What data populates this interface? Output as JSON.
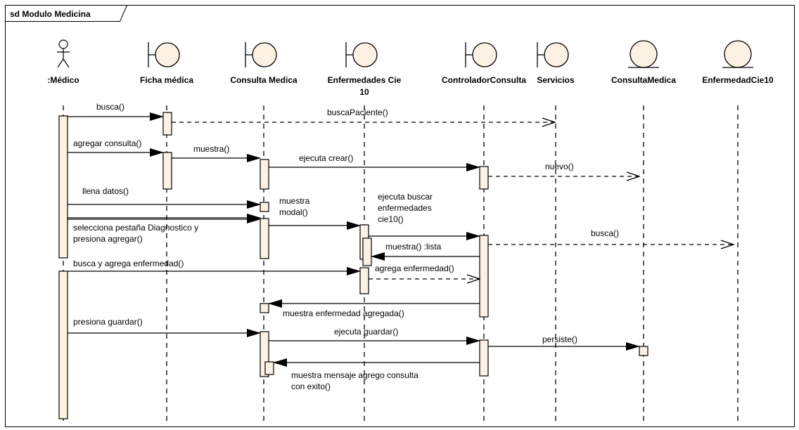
{
  "frame": {
    "title": "sd Modulo Medicina"
  },
  "lifelines": [
    {
      "id": "medico",
      "name": ":Médico",
      "kind": "actor"
    },
    {
      "id": "ficha",
      "name": "Ficha médica",
      "kind": "boundary"
    },
    {
      "id": "consulta",
      "name": "Consulta Medica",
      "kind": "boundary"
    },
    {
      "id": "enf",
      "name": "Enfermedades Cie",
      "name2": "10",
      "kind": "boundary"
    },
    {
      "id": "ctrl",
      "name": "ControladorConsulta",
      "kind": "boundary"
    },
    {
      "id": "serv",
      "name": "Servicios",
      "kind": "boundary"
    },
    {
      "id": "cmEntity",
      "name": "ConsultaMedica",
      "kind": "entity"
    },
    {
      "id": "enfEntity",
      "name": "EnfermedadCie10",
      "kind": "entity"
    }
  ],
  "messages": [
    {
      "from": "medico",
      "to": "ficha",
      "type": "sync",
      "lines": [
        "busca()"
      ]
    },
    {
      "from": "ficha",
      "to": "serv",
      "type": "async",
      "lines": [
        "buscaPaciente()"
      ]
    },
    {
      "from": "medico",
      "to": "ficha",
      "type": "sync",
      "lines": [
        "agregar consulta()"
      ]
    },
    {
      "from": "ficha",
      "to": "consulta",
      "type": "sync",
      "lines": [
        "muestra()"
      ]
    },
    {
      "from": "consulta",
      "to": "ctrl",
      "type": "sync",
      "lines": [
        "ejecuta crear()"
      ]
    },
    {
      "from": "ctrl",
      "to": "cmEntity",
      "type": "async",
      "lines": [
        "nuevo()"
      ]
    },
    {
      "from": "medico",
      "to": "consulta",
      "type": "sync",
      "lines": [
        "llena datos()"
      ]
    },
    {
      "from": "consulta",
      "to": "consulta",
      "type": "self",
      "lines": [
        "muestra",
        "modal()"
      ]
    },
    {
      "from": "medico",
      "to": "consulta",
      "type": "sync",
      "lines": [
        "selecciona pestaña Diagnostico y",
        "presiona agregar()"
      ]
    },
    {
      "from": "consulta",
      "to": "enf",
      "type": "sync",
      "lines": []
    },
    {
      "from": "enf",
      "to": "ctrl",
      "type": "sync",
      "lines": [
        "ejecuta buscar",
        "enfermedades",
        "cie10()"
      ]
    },
    {
      "from": "ctrl",
      "to": "enfEntity",
      "type": "async",
      "lines": [
        "busca()"
      ]
    },
    {
      "from": "ctrl",
      "to": "enf",
      "type": "sync",
      "lines": [
        "muestra() :lista"
      ]
    },
    {
      "from": "medico",
      "to": "enf",
      "type": "sync",
      "lines": [
        "busca y agrega enfermedad()"
      ]
    },
    {
      "from": "enf",
      "to": "ctrl",
      "type": "async",
      "lines": [
        "agrega enfermedad()"
      ]
    },
    {
      "from": "ctrl",
      "to": "consulta",
      "type": "sync",
      "lines": [
        "muestra enfermedad agregada()"
      ]
    },
    {
      "from": "medico",
      "to": "consulta",
      "type": "sync",
      "lines": [
        "presiona guardar()"
      ]
    },
    {
      "from": "consulta",
      "to": "ctrl",
      "type": "sync",
      "lines": [
        "ejecuta guardar()"
      ]
    },
    {
      "from": "ctrl",
      "to": "cmEntity",
      "type": "sync",
      "lines": [
        "persiste()"
      ]
    },
    {
      "from": "ctrl",
      "to": "consulta",
      "type": "sync",
      "lines": [
        "muestra mensaje agrego consulta",
        "con exito()"
      ]
    }
  ]
}
